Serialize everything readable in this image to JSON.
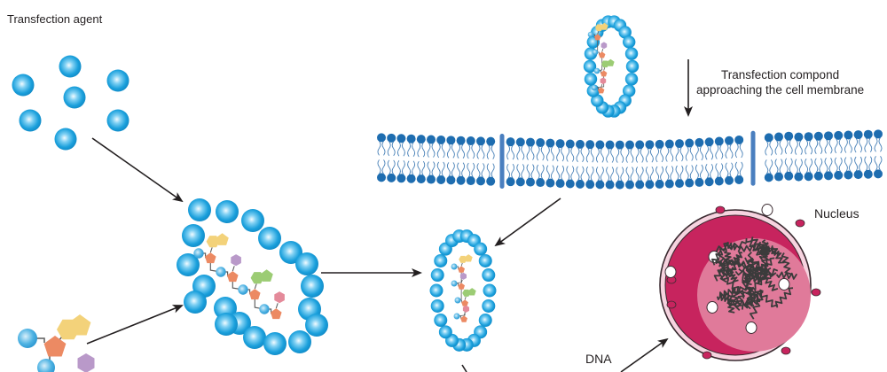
{
  "title": "Transfection process diagram",
  "labels": {
    "transfection_agent": "Transfection agent",
    "approach_line1": "Transfection compond",
    "approach_line2": "approaching the cell membrane",
    "nucleus": "Nucleus",
    "dna": "DNA"
  },
  "components": {
    "transfection_agent": {
      "description": "free cationic lipid spheres",
      "count": 7
    },
    "nucleic_acid": {
      "description": "nucleic acid strand with sugar/base units"
    },
    "complex": {
      "description": "lipid spheres encapsulating nucleic acid"
    },
    "membrane": {
      "description": "phospholipid bilayer with transmembrane proteins",
      "protein_channels": 2
    },
    "nucleus": {
      "description": "nucleus with nuclear pores and chromatin"
    }
  },
  "steps": [
    "Transfection agent combines with nucleic acid",
    "Complex forms (lipoplex)",
    "Complex approaches the cell membrane",
    "Complex enters the cell",
    "DNA delivered to the nucleus"
  ],
  "colors": {
    "sphere": "#1ba0dc",
    "sphere_highlight": "#e8f7ff",
    "membrane_head": "#1e6db0",
    "membrane_tail": "#4a82b8",
    "nucleus_outer": "#c7245e",
    "nucleus_inner": "#e07a9a",
    "nucleus_envelope": "#f6d3df",
    "chromatin": "#3b3b3b",
    "arrow": "#231f20",
    "pentagon": "#ec8a63",
    "yellow_base": "#f3d27a",
    "purple_base": "#b999c9",
    "green_base": "#9ccc74",
    "pink_base": "#e48a9a"
  }
}
